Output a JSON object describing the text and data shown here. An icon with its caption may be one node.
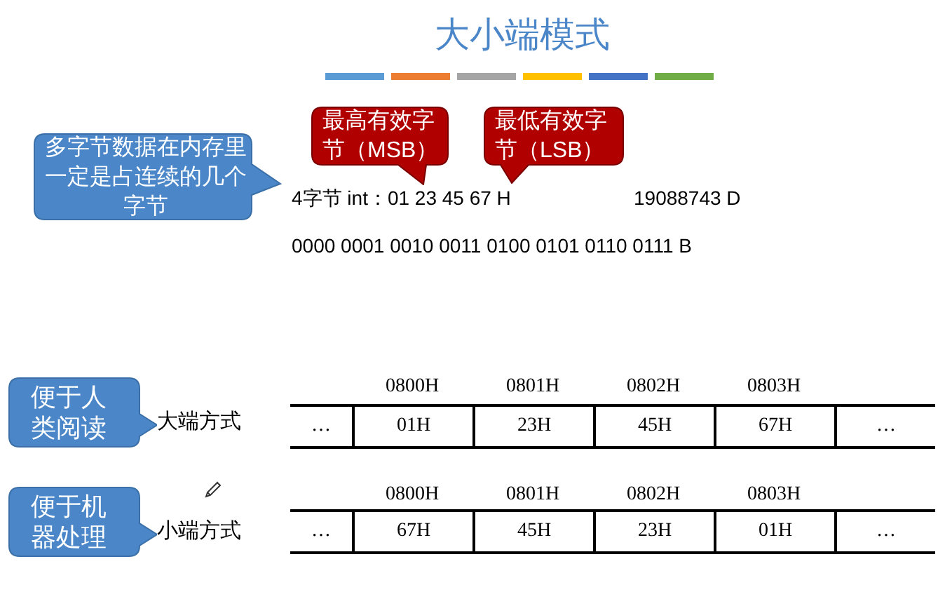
{
  "diagram": {
    "title": "大小端模式",
    "nodes": [
      {
        "text": [
          "多字节数据在内存里一定是占连续的几个字节"
        ]
      },
      {
        "text": [
          "最高有效字节（MSB）"
        ]
      },
      {
        "text": [
          "最低有效字节（LSB）"
        ]
      },
      {
        "text": [
          "便于人类阅读"
        ]
      },
      {
        "text": [
          "便于机器处理"
        ]
      },
      {
        "text": [
          "…"
        ]
      },
      {
        "text": [
          "01H"
        ]
      },
      {
        "text": [
          "23H"
        ]
      },
      {
        "text": [
          "45H"
        ]
      },
      {
        "text": [
          "67H"
        ]
      },
      {
        "text": [
          "…"
        ]
      },
      {
        "text": [
          "…"
        ]
      },
      {
        "text": [
          "67H"
        ]
      },
      {
        "text": [
          "45H"
        ]
      },
      {
        "text": [
          "23H"
        ]
      },
      {
        "text": [
          "01H"
        ]
      },
      {
        "text": [
          "…"
        ]
      }
    ],
    "labels": [
      "4字节 int：01 23 45 67 H",
      "19088743 D",
      "0000 0001 0010 0011 0100 0101 0110 0111  B",
      "0800H",
      "0801H",
      "0802H",
      "0803H",
      "大端方式",
      "0800H",
      "0801H",
      "0802H",
      "0803H",
      "小端方式"
    ]
  }
}
